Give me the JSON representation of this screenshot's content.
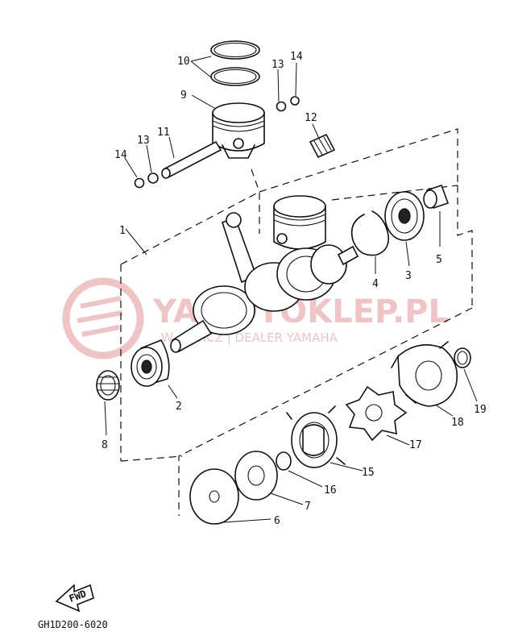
{
  "watermark": {
    "brand": "YAMOTOKLEP.PL",
    "tagline": "W.....WICZ | DEALER YAMAHA"
  },
  "callouts": {
    "c1": "1",
    "c2": "2",
    "c3": "3",
    "c4": "4",
    "c5": "5",
    "c6": "6",
    "c7": "7",
    "c8": "8",
    "c9": "9",
    "c10": "10",
    "c11": "11",
    "c12": "12",
    "c13a": "13",
    "c13b": "13",
    "c14a": "14",
    "c14b": "14",
    "c15": "15",
    "c16": "16",
    "c17": "17",
    "c18": "18",
    "c19": "19"
  },
  "fwd_label": "FWD",
  "diagram_code": "GH1D200-6020"
}
